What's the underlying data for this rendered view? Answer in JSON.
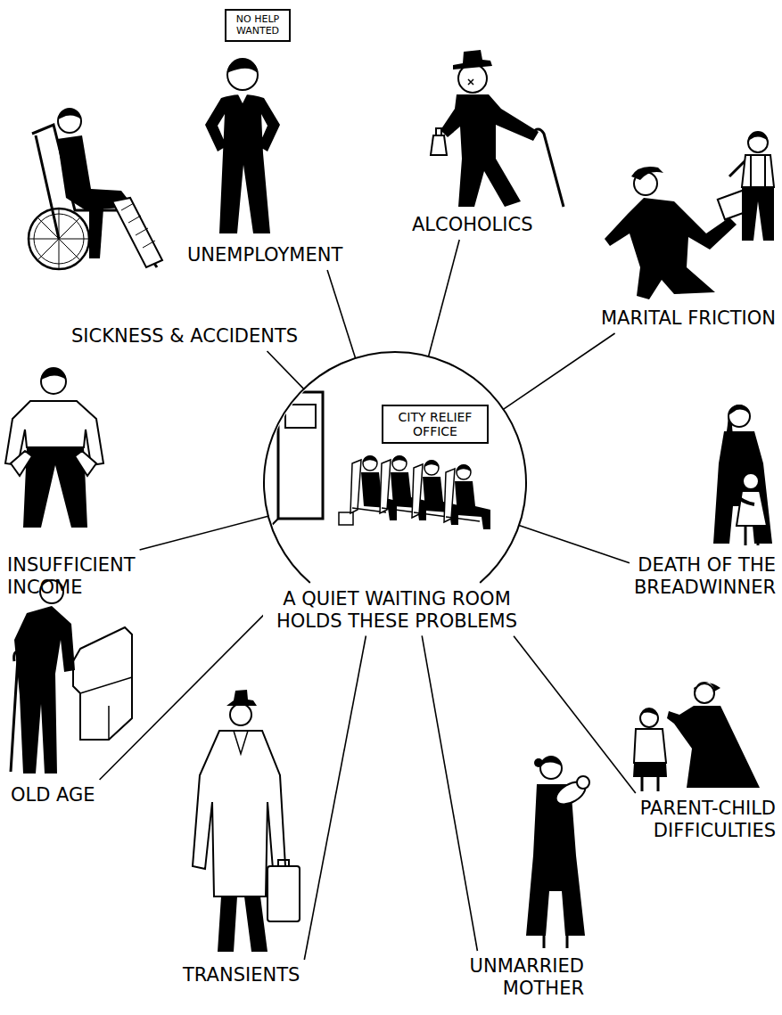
{
  "diagram": {
    "nodes": [
      {
        "text": [
          "NO HELP WANTED"
        ]
      },
      {
        "text": [
          "UNEMPLOYMENT"
        ]
      },
      {
        "text": [
          "ALCOHOLICS"
        ]
      },
      {
        "text": [
          "SICKNESS & ACCIDENTS"
        ]
      },
      {
        "text": [
          "MARITAL FRICTION"
        ]
      },
      {
        "text": [
          "A QUIET WAITING ROOM HOLDS THESE PROBLEMS"
        ]
      },
      {
        "text": [
          "CITY RELIEF OFFICE"
        ],
        "in": 5
      },
      {
        "text": [
          "INSUFFICIENT INCOME"
        ]
      },
      {
        "text": [
          "DEATH OF THE BREADWINNER"
        ]
      },
      {
        "text": [
          "OLD AGE"
        ]
      },
      {
        "text": [
          "PARENT-CHILD DIFFICULTIES"
        ]
      },
      {
        "text": [
          "UNMARRIED MOTHER"
        ]
      },
      {
        "text": [
          "TRANSIENTS"
        ]
      }
    ],
    "edges": [
      {
        "from": 1,
        "to": 5,
        "arrow": "none"
      },
      {
        "from": 2,
        "to": 5,
        "arrow": "none"
      },
      {
        "from": 3,
        "to": 5,
        "arrow": "none"
      },
      {
        "from": 4,
        "to": 5,
        "arrow": "none"
      },
      {
        "from": 7,
        "to": 5,
        "arrow": "none"
      },
      {
        "from": 8,
        "to": 5,
        "arrow": "none"
      },
      {
        "from": 9,
        "to": 5,
        "arrow": "none"
      },
      {
        "from": 10,
        "to": 5,
        "arrow": "none"
      },
      {
        "from": 11,
        "to": 5,
        "arrow": "none"
      },
      {
        "from": 12,
        "to": 5,
        "arrow": "none"
      }
    ]
  }
}
